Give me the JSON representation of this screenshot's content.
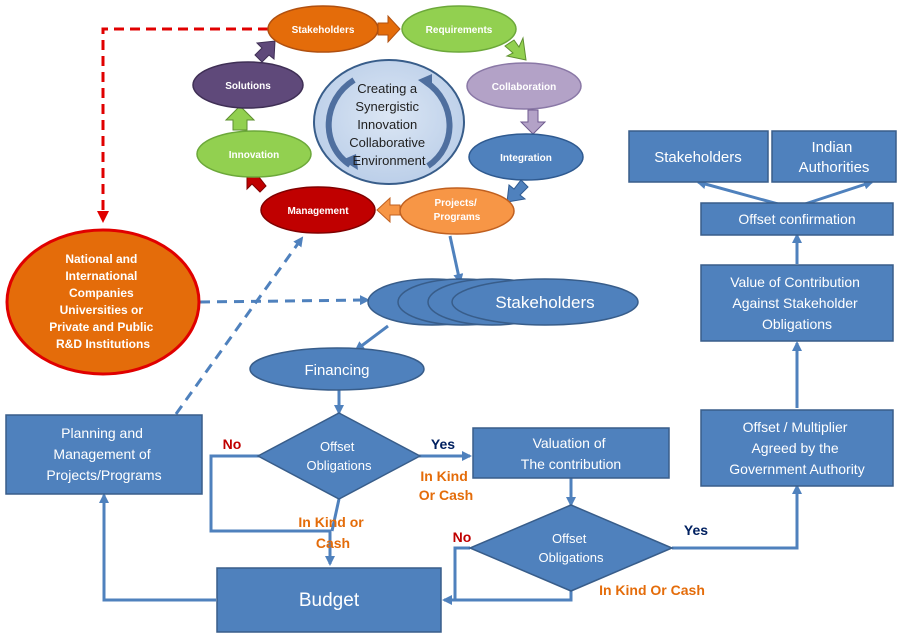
{
  "cycle": {
    "center": [
      "Creating a",
      "Synergistic",
      "Innovation",
      "Collaborative",
      "Environment"
    ],
    "stakeholders": "Stakeholders",
    "requirements": "Requirements",
    "collaboration": "Collaboration",
    "integration": "Integration",
    "projects": [
      "Projects/",
      "Programs"
    ],
    "management": "Management",
    "innovation": "Innovation",
    "solutions": "Solutions"
  },
  "national": [
    "National and",
    "International",
    "Companies",
    "Universities or",
    "Private and Public",
    "R&D Institutions"
  ],
  "flow": {
    "stakeholders_stack": "Stakeholders",
    "financing": "Financing",
    "planning": [
      "Planning and",
      "Management of",
      "Projects/Programs"
    ],
    "offset1": [
      "Offset",
      "Obligations"
    ],
    "offset2": [
      "Offset",
      "Obligations"
    ],
    "valuation": [
      "Valuation of",
      "The contribution"
    ],
    "budget": "Budget",
    "multiplier": [
      "Offset / Multiplier",
      "Agreed by the",
      "Government Authority"
    ],
    "value_contribution": [
      "Value of Contribution",
      "Against Stakeholder",
      "Obligations"
    ],
    "offset_confirmation": "Offset confirmation",
    "out_stakeholders": "Stakeholders",
    "indian_authorities": [
      "Indian",
      "Authorities"
    ]
  },
  "labels": {
    "no1": "No",
    "yes1": "Yes",
    "inkind_cash1": [
      "In Kind",
      "Or Cash"
    ],
    "inkind_or_cash2": [
      "In Kind or",
      "Cash"
    ],
    "no2": "No",
    "yes2": "Yes",
    "inkind_cash3": "In Kind Or Cash"
  },
  "colors": {
    "blue_box": "#4f81bd",
    "blue_stroke": "#385d8a",
    "orange": "#e46c0a",
    "red_dark": "#c00000",
    "green": "#92d050",
    "purple_dark": "#5f497a",
    "lavender": "#b3a2c7",
    "light_orange": "#f79646",
    "label_orange": "#e46c0a",
    "label_red": "#c00000",
    "label_navy": "#002060"
  }
}
